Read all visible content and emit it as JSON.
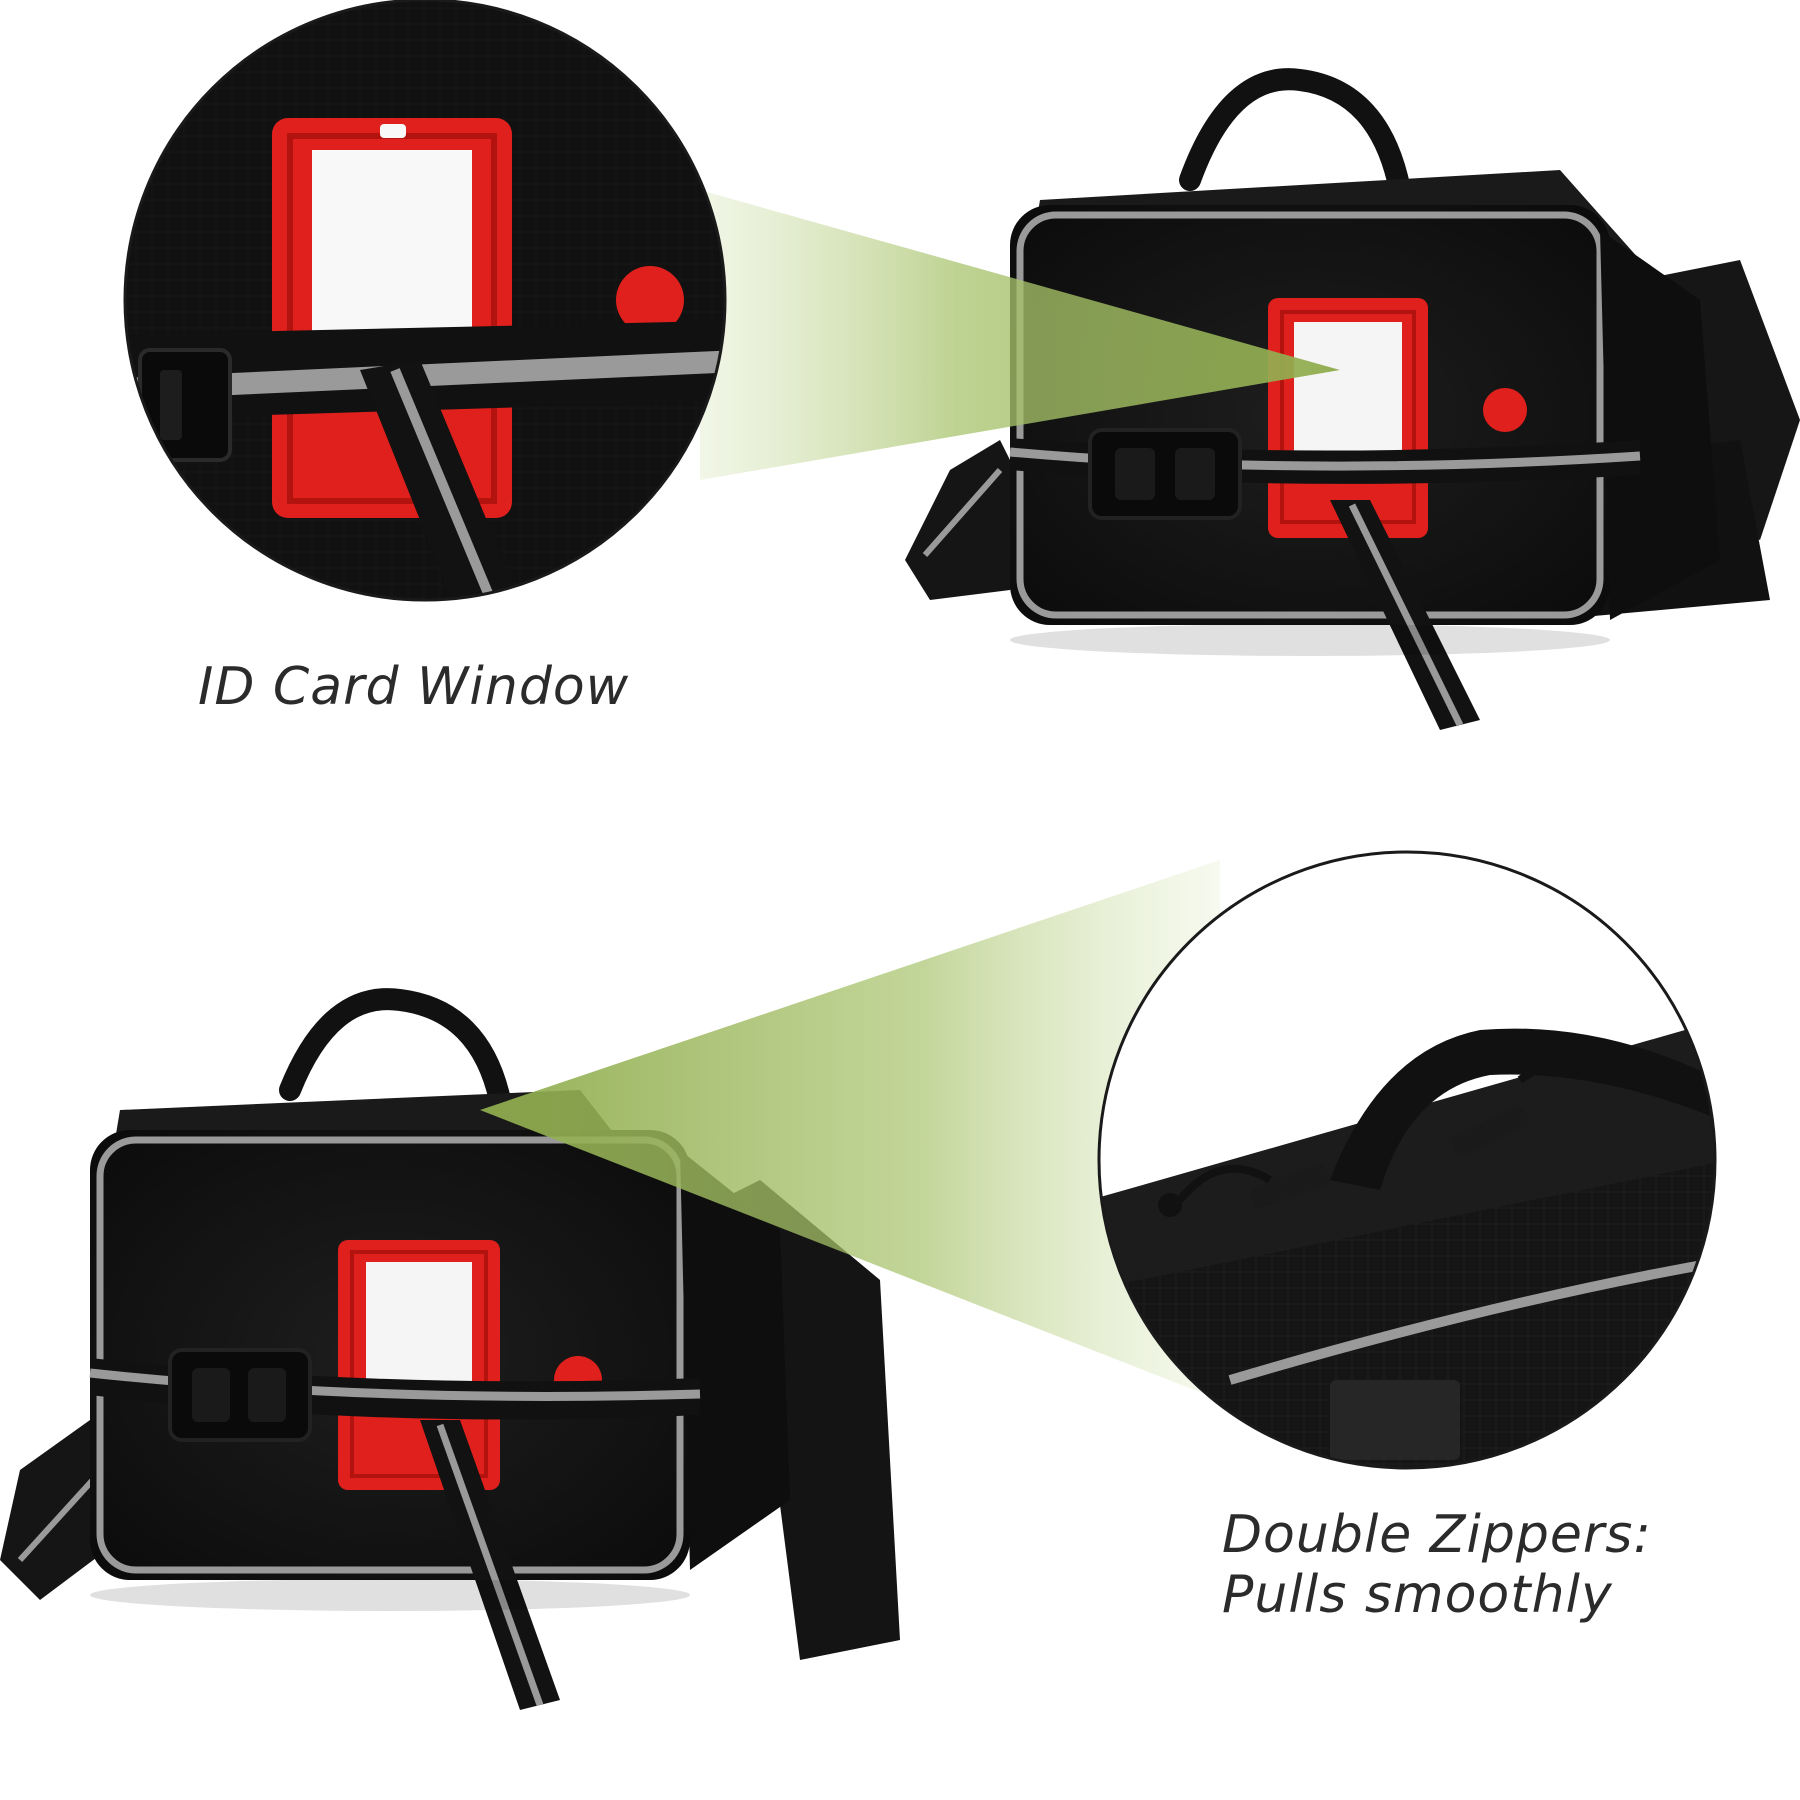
{
  "features": {
    "id_card": {
      "label": "ID Card Window"
    },
    "zippers": {
      "line1": "Double Zippers:",
      "line2": "Pulls smoothly"
    }
  },
  "colors": {
    "bag_body": "#141414",
    "reflective_trim": "#9a9a9a",
    "id_window_frame": "#e0201c",
    "highlight_beam": "#9cbd5c",
    "caption_text": "#2b2b2b"
  }
}
